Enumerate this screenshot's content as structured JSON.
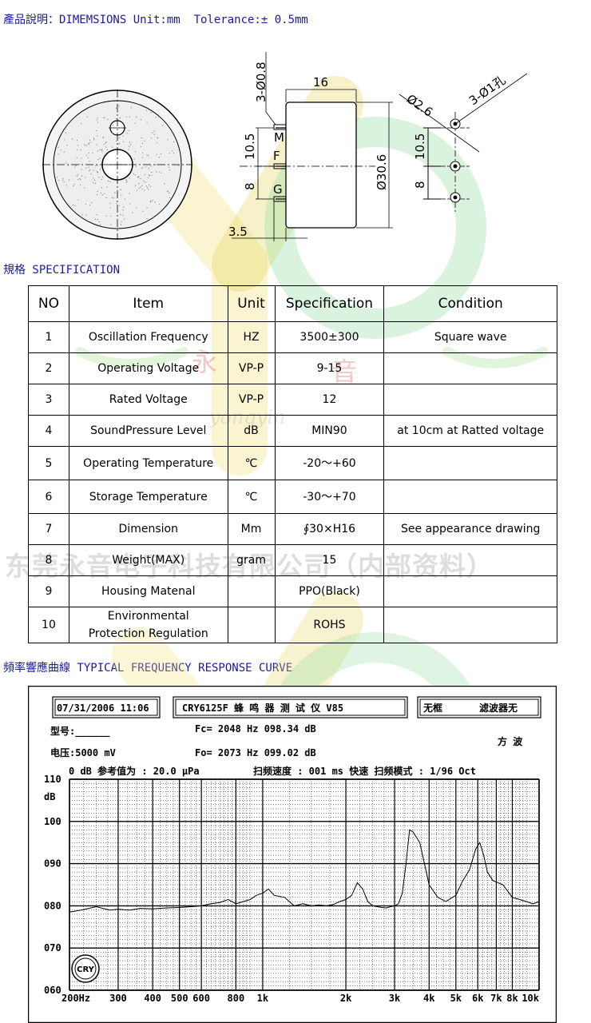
{
  "sections": {
    "dimensions_title": "產品說明：DIMEMSIONS Unit:mm  Tolerance:± 0.5mm",
    "spec_title": "規格 SPECIFICATION",
    "curve_title": "頻率響應曲線 TYPICAL FREQUENCY RESPONSE CURVE"
  },
  "drawing": {
    "labels": {
      "holes": "3-Ø0.8",
      "width": "16",
      "h_top": "10.5",
      "h_bot": "8",
      "pin_m": "M",
      "pin_f": "F",
      "pin_g": "G",
      "diameter": "Ø30.6",
      "pin_len": "3.5",
      "pitch_dia": "Ø2.6",
      "holes_back": "3-Ø1孔",
      "back_top": "10.5",
      "back_bot": "8"
    }
  },
  "watermark": {
    "company": "东莞永音电子科技有限公司（内部资料）",
    "char1": "永",
    "char2": "音",
    "pinyin": "yongyin"
  },
  "spec_table": {
    "headers": [
      "NO",
      "Item",
      "Unit",
      "Specification",
      "Condition"
    ],
    "rows": [
      [
        "1",
        "Oscillation Frequency",
        "HZ",
        "3500±300",
        "Square wave"
      ],
      [
        "2",
        "Operating Voltage",
        "VP-P",
        "9-15",
        ""
      ],
      [
        "3",
        "Rated Voltage",
        "VP-P",
        "12",
        ""
      ],
      [
        "4",
        "SoundPressure Level",
        "dB",
        "MIN90",
        "at 10cm at Ratted voltage"
      ],
      [
        "5",
        "Operating Temperature",
        "℃",
        "-20～+60",
        ""
      ],
      [
        "6",
        "Storage Temperature",
        "℃",
        "-30～+70",
        ""
      ],
      [
        "7",
        "Dimension",
        "Mm",
        "∮30×H16",
        "See appearance drawing"
      ],
      [
        "8",
        "Weight(MAX)",
        "gram",
        "15",
        ""
      ],
      [
        "9",
        "Housing Matenal",
        "",
        "PPO(Black)",
        ""
      ],
      [
        "10",
        "Environmental\nProtection Regulation",
        "",
        "ROHS",
        ""
      ]
    ]
  },
  "curve_header": {
    "datetime": "07/31/2006 11:06",
    "instrument": "CRY6125F 蜂 鸣 器 测 试 仪 V85",
    "frame": "无框",
    "filter": "滤波器无",
    "model": "型号:______",
    "voltage": "电压:5000 mV",
    "fc": "Fc= 2048 Hz 098.34 dB",
    "fo": "Fo= 2073 Hz 099.02 dB",
    "wave": "方 波",
    "ref_line": "0 dB 参考值为 : 20.0 µPa",
    "sweep_line": "扫频速度 : 001 ms 快速  扫频模式 : 1/96  Oct",
    "logo": "CRY"
  },
  "chart_data": {
    "type": "line",
    "title": "",
    "xlabel": "",
    "ylabel": "dB",
    "xscale": "log",
    "xlim": [
      200,
      10000
    ],
    "ylim": [
      60,
      110
    ],
    "x_ticks": [
      200,
      300,
      400,
      500,
      600,
      800,
      1000,
      2000,
      3000,
      4000,
      5000,
      6000,
      7000,
      8000,
      10000
    ],
    "x_tick_labels": [
      "200Hz",
      "300",
      "400",
      "500",
      "600",
      "800",
      "1k",
      "2k",
      "3k",
      "4k",
      "5k",
      "6k",
      "7k",
      "8k",
      "10k"
    ],
    "y_ticks": [
      60,
      70,
      80,
      90,
      100,
      110
    ],
    "y_tick_labels": [
      "060",
      "070",
      "080",
      "090",
      "100",
      "110"
    ],
    "grid": true,
    "series": [
      {
        "x": [
          200,
          220,
          250,
          280,
          300,
          330,
          360,
          400,
          450,
          500,
          550,
          600,
          650,
          700,
          750,
          800,
          850,
          900,
          950,
          1000,
          1050,
          1100,
          1200,
          1300,
          1400,
          1500,
          1600,
          1700,
          1800,
          1900,
          2000,
          2100,
          2200,
          2300,
          2400,
          2500,
          2600,
          2700,
          2800,
          2900,
          3000,
          3100,
          3200,
          3300,
          3400,
          3500,
          3700,
          4000,
          4300,
          4600,
          5000,
          5300,
          5600,
          5900,
          6100,
          6300,
          6500,
          6800,
          7100,
          7400,
          7700,
          8000,
          8500,
          9000,
          9500,
          10000
        ],
        "y": [
          78.5,
          79.0,
          79.8,
          79.0,
          79.2,
          79.0,
          79.4,
          79.3,
          79.5,
          79.6,
          79.8,
          80.0,
          80.5,
          80.8,
          81.5,
          80.5,
          81.0,
          81.5,
          82.5,
          83.0,
          84.0,
          82.5,
          82.0,
          80.0,
          80.5,
          80.0,
          80.2,
          80.0,
          80.3,
          81.0,
          81.5,
          82.5,
          85.5,
          84.0,
          81.0,
          80.0,
          79.8,
          79.6,
          79.5,
          79.8,
          80.0,
          80.5,
          83.0,
          90.0,
          98.0,
          97.5,
          95.0,
          85.0,
          82.0,
          81.0,
          82.5,
          86.0,
          88.5,
          93.5,
          95.0,
          92.0,
          88.0,
          86.0,
          85.5,
          85.0,
          83.5,
          82.0,
          81.5,
          81.0,
          80.5,
          81.0
        ]
      }
    ]
  }
}
